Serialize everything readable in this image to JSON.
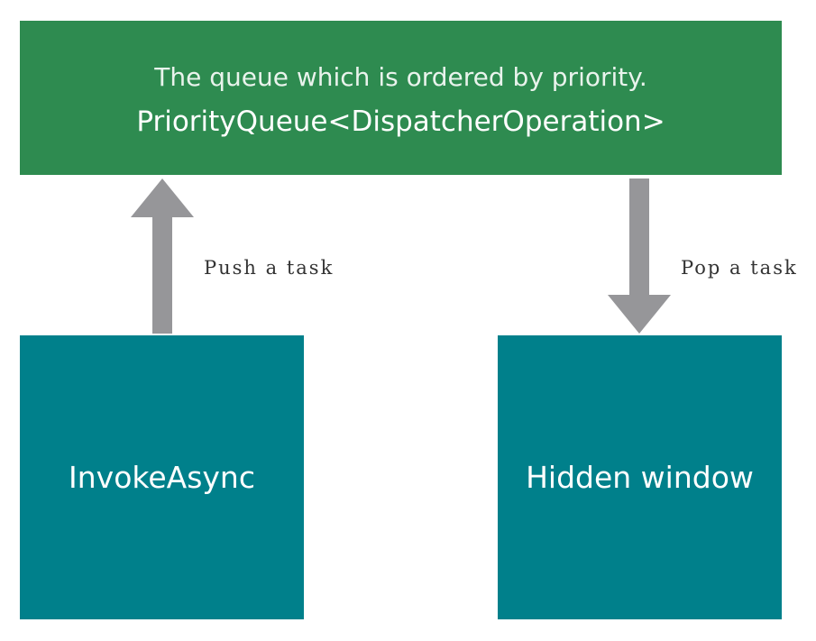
{
  "queue": {
    "description": "The queue which is ordered by priority.",
    "type_name": "PriorityQueue<DispatcherOperation>",
    "color": "#2e8b50"
  },
  "nodes": {
    "left": {
      "label": "InvokeAsync",
      "color": "#00808b"
    },
    "right": {
      "label": "Hidden window",
      "color": "#00808b"
    }
  },
  "arrows": {
    "push": {
      "label": "Push a task",
      "direction": "up",
      "color": "#969699"
    },
    "pop": {
      "label": "Pop a task",
      "direction": "down",
      "color": "#969699"
    }
  }
}
